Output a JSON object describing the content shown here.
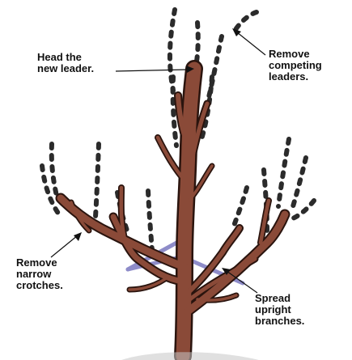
{
  "labels": {
    "head_leader": [
      "Head the",
      "new leader."
    ],
    "remove_competing": [
      "Remove",
      "competing",
      "leaders."
    ],
    "remove_narrow": [
      "Remove",
      "narrow",
      "crotches."
    ],
    "spread_upright": [
      "Spread",
      "upright",
      "branches."
    ]
  },
  "colors": {
    "trunk_fill": "#8a4a38",
    "trunk_outline": "#2a140e",
    "spreader": "#8e8cc9",
    "pruned_dash": "#2b2b2b",
    "text": "#111111",
    "background": "#ffffff"
  }
}
